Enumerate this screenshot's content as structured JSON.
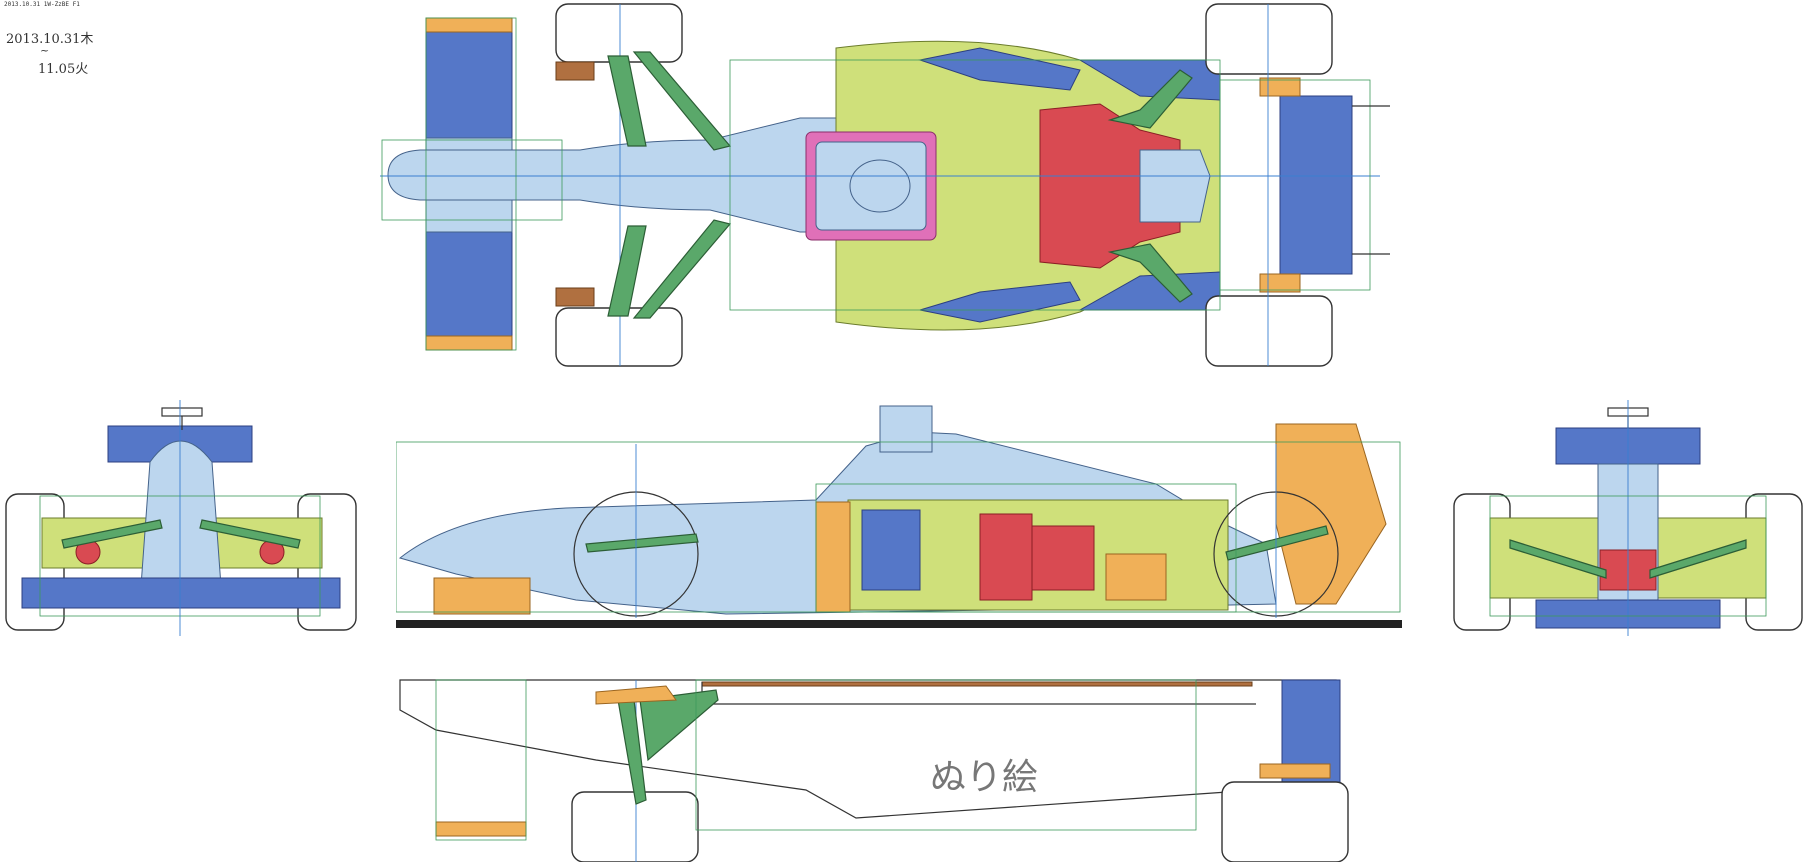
{
  "header": {
    "text": "2013.10.31  1W-ZzBE  F1"
  },
  "note": {
    "date_line": "2013.10.31木",
    "tilde": "~",
    "end_line": "11.05火"
  },
  "drawing": {
    "handwritten_label": "ぬり絵"
  },
  "colors": {
    "blue": "#5577c8",
    "light_blue": "#bcd6ee",
    "lime": "#cfe07a",
    "red": "#d94a52",
    "orange": "#f0b058",
    "green": "#5aa86a",
    "pink": "#e070b8"
  }
}
